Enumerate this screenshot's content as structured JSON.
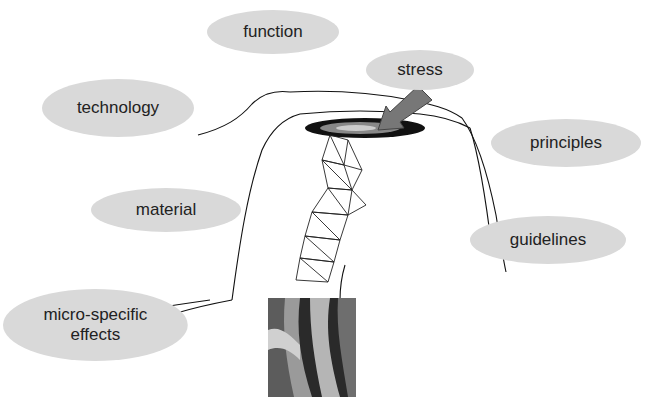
{
  "diagram": {
    "nodes": [
      {
        "text": [
          "function"
        ]
      },
      {
        "text": [
          "stress"
        ]
      },
      {
        "text": [
          "technology"
        ]
      },
      {
        "text": [
          "principles"
        ]
      },
      {
        "text": [
          "material"
        ]
      },
      {
        "text": [
          "guidelines"
        ]
      },
      {
        "text": [
          "micro-specific effects"
        ]
      }
    ]
  }
}
